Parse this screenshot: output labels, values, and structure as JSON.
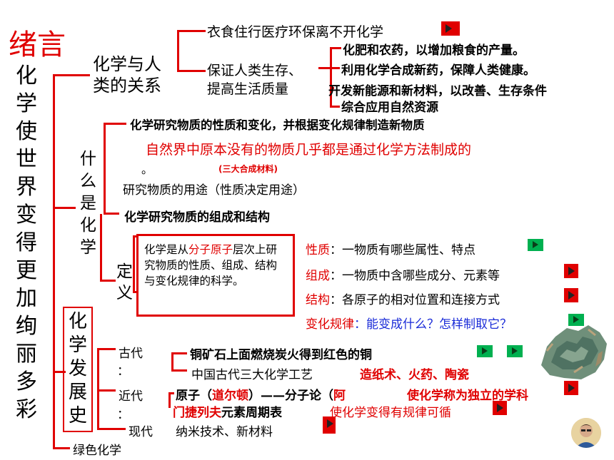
{
  "title": "绪言",
  "main_vertical": [
    "化",
    "学",
    "使",
    "世",
    "界",
    "变",
    "得",
    "更",
    "加",
    "绚",
    "丽",
    "多",
    "彩"
  ],
  "relation": {
    "label_line1": "化学与人",
    "label_line2": "类的关系",
    "item1": "衣食住行医疗环保离不开化学",
    "item2_line1": "保证人类生存、",
    "item2_line2": "提高生活质量",
    "sub1": "化肥和农药，以增加粮食的产量。",
    "sub2": "利用化学合成新药，保障人类健康。",
    "sub3": "开发新能源和新材料，以改善、生存条件",
    "sub4": "综合应用自然资源"
  },
  "what": {
    "vertical": [
      "什",
      "么",
      "是",
      "化",
      "学"
    ],
    "item1": "化学研究物质的性质和变化，并根据变化规律制造新物质",
    "item2": "自然界中原本没有的物质几乎都是通过化学方法制成的",
    "item2_tail": "。",
    "note": "(三大合成材料)",
    "item3": "研究物质的用途（性质决定用途）",
    "item4": "化学研究物质的组成和结构"
  },
  "definition": {
    "label": [
      "定",
      "义"
    ],
    "box_a": "化学是从",
    "box_b": "分子原子",
    "box_c": "层次上研究物质的性质、组成、结构与变化规律的科学。",
    "p1_key": "性质",
    "p1_val": "：一物质有哪些属性、特点",
    "p2_key": "组成",
    "p2_val": "：一物质中含哪些成分、元素等",
    "p3_key": "结构",
    "p3_val": "：各原子的相对位置和连接方式",
    "p4_key": "变化规律",
    "p4_val": "：能变成什么？怎样制取它？"
  },
  "history": {
    "vertical": [
      "化",
      "学",
      "发",
      "展",
      "史"
    ],
    "ancient": "古代",
    "colon": "：",
    "ancient_1": "铜矿石上面燃烧炭火得到红色的铜",
    "ancient_2a": "中国古代三大化学工艺",
    "ancient_2b": "造纸术、火药、陶瓷",
    "modern": "近代",
    "modern_1a": "原子（",
    "modern_1b": "道尔顿",
    "modern_1c": "）——分子论（",
    "modern_1d": "阿",
    "modern_1e": "使化学称为独立的学科",
    "modern_2a": "门捷列夫",
    "modern_2b": "元素周期表",
    "modern_2c": "使化学变得有规律可循",
    "current": "现代",
    "current_1": "纳米技术、新材料"
  },
  "green": "绿色化学",
  "colors": {
    "accent": "#e00000",
    "blue": "#1a2bd8",
    "button_green": "#00b050"
  }
}
